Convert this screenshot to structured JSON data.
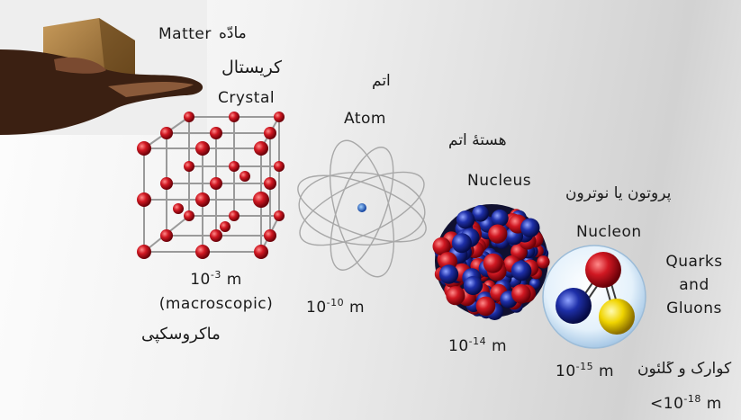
{
  "labels": {
    "matter": "Matter",
    "matter_fa": "مادّه",
    "crystal_fa": "کریستال",
    "crystal": "Crystal",
    "atom_fa": "اتم",
    "atom": "Atom",
    "nucleus_fa": "هستهٔ اتم",
    "nucleus": "Nucleus",
    "nucleon_fa": "پروتون یا نوترون",
    "nucleon": "Nucleon",
    "quarks_line1": "Quarks",
    "quarks_line2": "and",
    "quarks_line3": "Gluons",
    "quarks_fa": "کوارک و گلئون"
  },
  "scales": {
    "crystal": {
      "base": "10",
      "exp": "-3",
      "unit": "m"
    },
    "crystal_note": "(macroscopic)",
    "crystal_note_fa": "ماکروسکپی",
    "atom": {
      "base": "10",
      "exp": "-10",
      "unit": "m"
    },
    "nucleus": {
      "base": "10",
      "exp": "-14",
      "unit": "m"
    },
    "nucleon": {
      "base": "10",
      "exp": "-15",
      "unit": "m"
    },
    "quark": {
      "prefix": "<",
      "base": "10",
      "exp": "-18",
      "unit": "m"
    }
  },
  "colors": {
    "lattice_atom": "#c8202c",
    "lattice_bond": "#9a9a9a",
    "nucleus_proton": "#d01822",
    "nucleus_neutron": "#1e2fa8",
    "quark_red": "#d8141c",
    "quark_blue": "#1a35c8",
    "quark_yellow": "#f0d400"
  }
}
